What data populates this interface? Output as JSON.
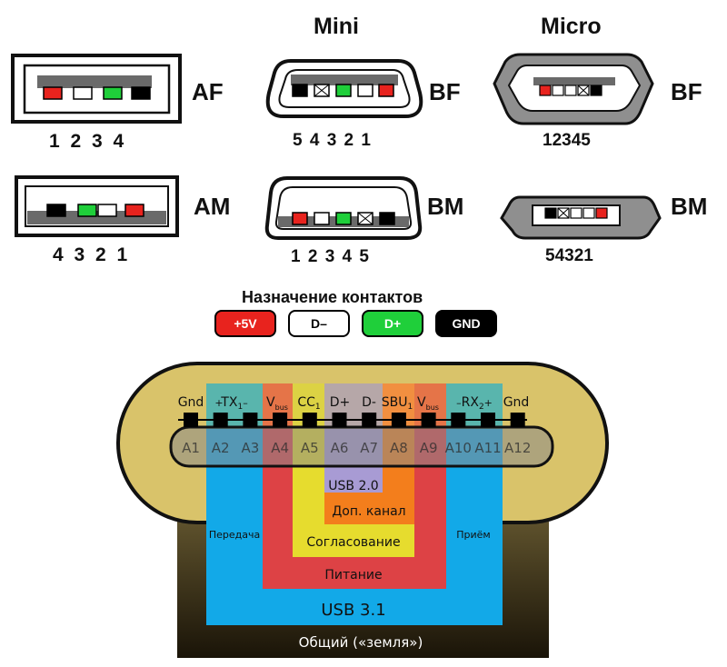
{
  "headers": {
    "mini": "Mini",
    "micro": "Micro"
  },
  "connectors": [
    {
      "label": "AF",
      "pins": "1 2 3 4"
    },
    {
      "label": "BF",
      "pins": "5 4 3 2 1"
    },
    {
      "label": "BF",
      "pins": "12345"
    },
    {
      "label": "AM",
      "pins": "4 3 2 1"
    },
    {
      "label": "BM",
      "pins": "1 2 3 4 5"
    },
    {
      "label": "BM",
      "pins": "54321"
    }
  ],
  "legend": {
    "title": "Назначение контактов",
    "items": [
      {
        "label": "+5V",
        "color": "#e8231e"
      },
      {
        "label": "D–",
        "color": "#ffffff"
      },
      {
        "label": "D+",
        "color": "#1fcf3a"
      },
      {
        "label": "GND",
        "color": "#000000"
      }
    ]
  },
  "typec": {
    "signals": [
      "Gnd",
      "TX",
      "V",
      "CC",
      "D+",
      "D-",
      "SBU",
      "V",
      "RX",
      "Gnd"
    ],
    "subscripts": {
      "tx": "1",
      "vbus": "bus",
      "cc": "1",
      "sbu": "1",
      "rx": "2"
    },
    "polarity": {
      "plus": "+",
      "minus": "–"
    },
    "pins": [
      "A1",
      "A2",
      "A3",
      "A4",
      "A5",
      "A6",
      "A7",
      "A8",
      "A9",
      "A10",
      "A11",
      "A12"
    ],
    "zones": {
      "usb20": "USB 2.0",
      "aux": "Доп. канал",
      "cc": "Согласование",
      "power": "Питание",
      "usb31": "USB 3.1",
      "ground": "Общий («земля»)",
      "transmit": "Передача",
      "receive": "Приём"
    },
    "colors": {
      "usb31": "#12a9e8",
      "power": "#dd4245",
      "cc": "#e6dc2e",
      "aux": "#f37e1c",
      "usb20": "#a89bd4",
      "ground_top": "#6e6035",
      "ground_bottom": "#1a1408",
      "shell": "#d9c36a"
    }
  }
}
